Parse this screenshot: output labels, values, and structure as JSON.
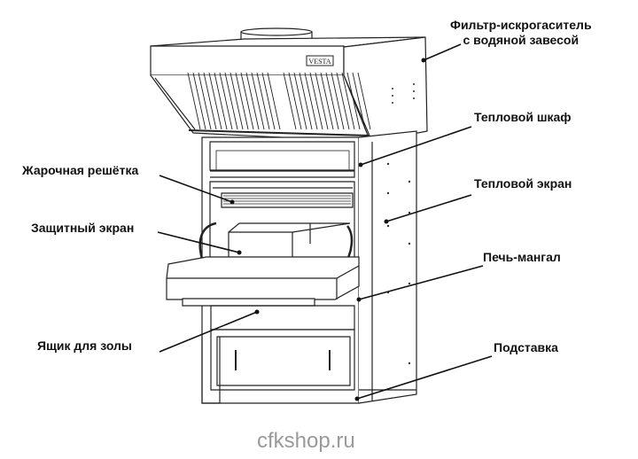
{
  "labels": {
    "filter_line1": "Фильтр-искрогаситель",
    "filter_line2": "с водяной завесой",
    "heat_cabinet": "Тепловой шкаф",
    "grill_grate": "Жарочная решётка",
    "heat_screen": "Тепловой экран",
    "protective_screen": "Защитный экран",
    "oven_grill": "Печь-мангал",
    "ash_box": "Ящик для золы",
    "stand": "Подставка"
  },
  "logo": "VESTA",
  "watermark": "cfkshop.ru"
}
